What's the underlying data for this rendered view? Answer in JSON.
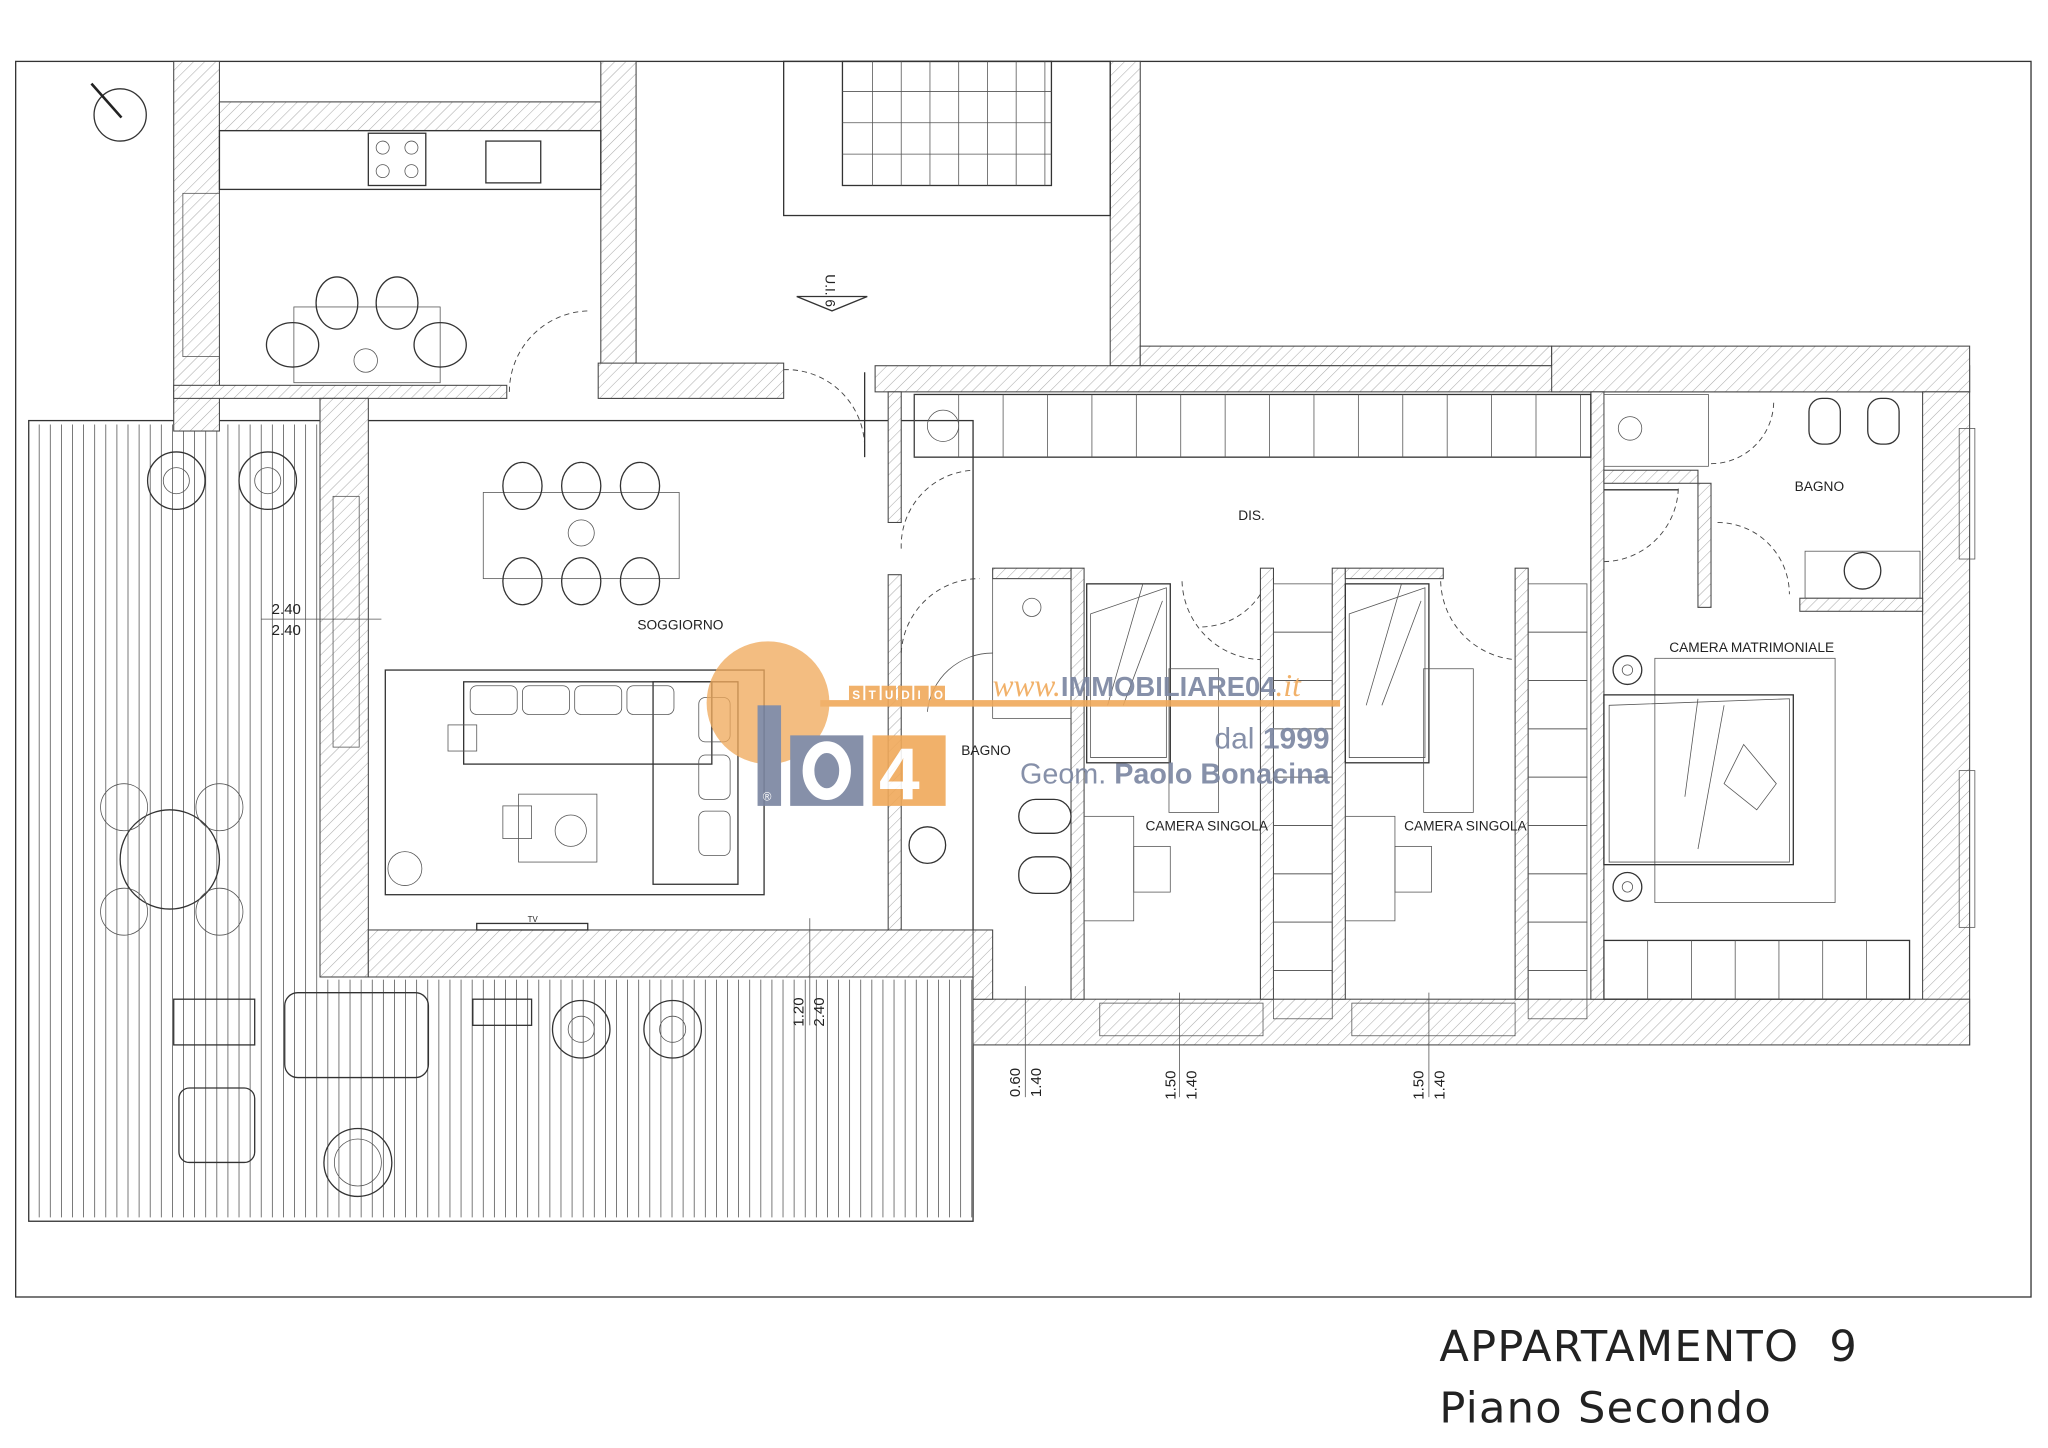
{
  "plan": {
    "title": "APPARTAMENTO  9",
    "subtitle": "Piano Secondo",
    "stair_label": "U.I. 6",
    "rooms": {
      "living": "SOGGIORNO",
      "hall": "DIS.",
      "bath_1": "BAGNO",
      "bath_2": "BAGNO",
      "single_1": "CAMERA SINGOLA",
      "single_2": "CAMERA SINGOLA",
      "master": "CAMERA MATRIMONIALE",
      "tv": "TV"
    },
    "dimensions": {
      "window_living_a": "2.40",
      "window_living_b": "2.40",
      "door_terrace_a": "1.20",
      "door_terrace_b": "2.40",
      "bath_window_a": "0.60",
      "bath_window_b": "1.40",
      "single1_window_a": "1.50",
      "single1_window_b": "1.40",
      "single2_window_a": "1.50",
      "single2_window_b": "1.40"
    }
  },
  "watermark": {
    "studio": "STUDIO",
    "logo": "IO4",
    "registered": "®",
    "www": "www.",
    "domain": "IMMOBILIARE04",
    "tld": ".it",
    "since_prefix": "dal ",
    "since_year": "1999",
    "geom": "Geom. ",
    "name": "Paolo Bonacina",
    "colors": {
      "orange": "#f0a95a",
      "blue": "#7a85a0"
    }
  }
}
